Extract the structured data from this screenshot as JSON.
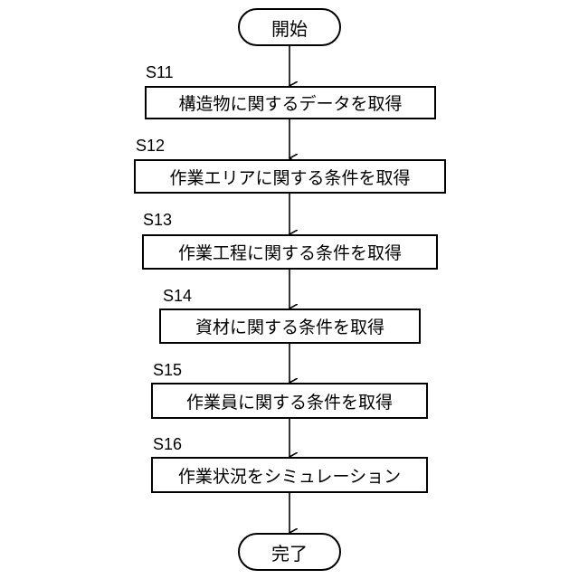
{
  "flowchart": {
    "start_label": "開始",
    "end_label": "完了",
    "steps": [
      {
        "id": "S11",
        "text": "構造物に関するデータを取得"
      },
      {
        "id": "S12",
        "text": "作業エリアに関する条件を取得"
      },
      {
        "id": "S13",
        "text": "作業工程に関する条件を取得"
      },
      {
        "id": "S14",
        "text": "資材に関する条件を取得"
      },
      {
        "id": "S15",
        "text": "作業員に関する条件を取得"
      },
      {
        "id": "S16",
        "text": "作業状況をシミュレーション"
      }
    ]
  }
}
